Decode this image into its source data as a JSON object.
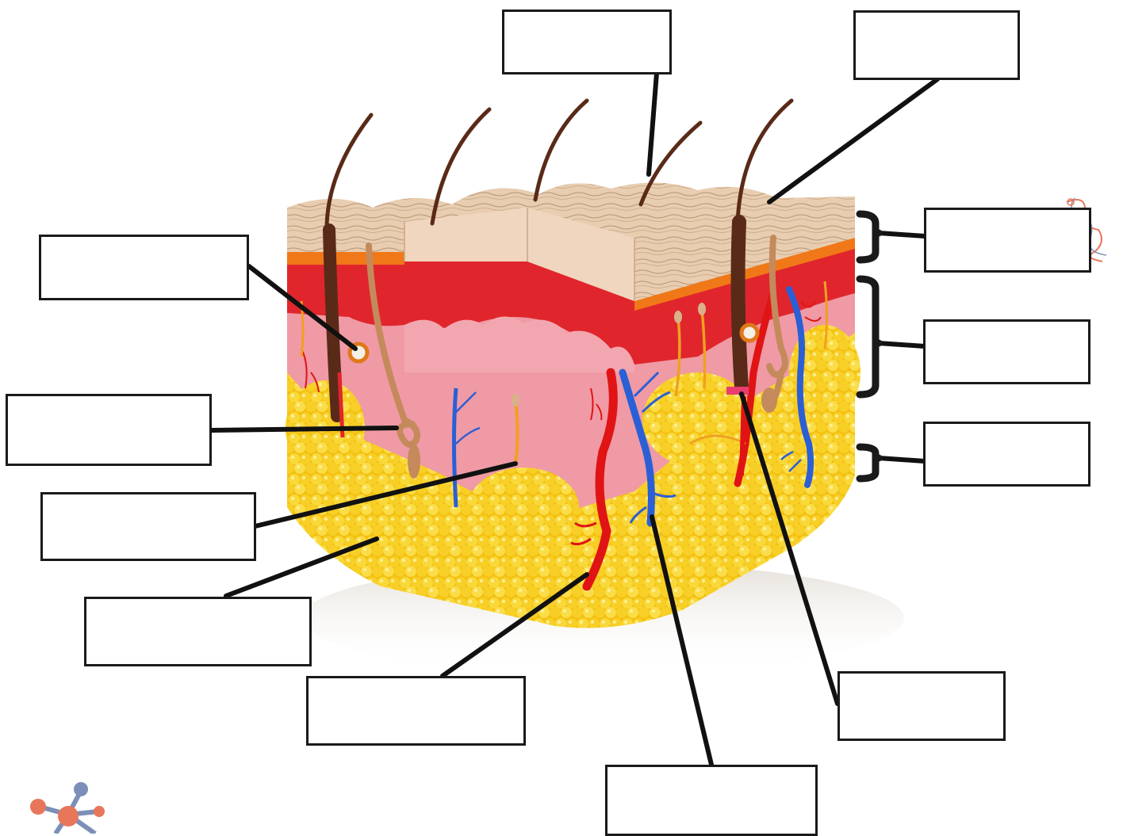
{
  "diagram": {
    "subject": "skin-cross-section",
    "label_boxes": [
      {
        "id": "top-center",
        "text": ""
      },
      {
        "id": "top-right",
        "text": ""
      },
      {
        "id": "left-upper",
        "text": ""
      },
      {
        "id": "left-middle",
        "text": ""
      },
      {
        "id": "left-lower",
        "text": ""
      },
      {
        "id": "left-bottom",
        "text": ""
      },
      {
        "id": "bottom-center",
        "text": ""
      },
      {
        "id": "bottom-right-low",
        "text": ""
      },
      {
        "id": "right-low",
        "text": ""
      },
      {
        "id": "right-layer-1",
        "text": ""
      },
      {
        "id": "right-layer-2",
        "text": ""
      },
      {
        "id": "right-layer-3",
        "text": ""
      }
    ],
    "colors": {
      "epidermis": "#e8cdb0",
      "dermis": "#ef9aa5",
      "red_layer": "#e0262c",
      "orange_layer": "#f07818",
      "fat": "#f6c71d",
      "artery": "#e01414",
      "vein": "#2a5fd6",
      "hair": "#5a2a18",
      "outline": "#111111"
    },
    "icons": [
      "hair-icon",
      "molecule-logo-icon",
      "swirl-logo-icon"
    ]
  }
}
